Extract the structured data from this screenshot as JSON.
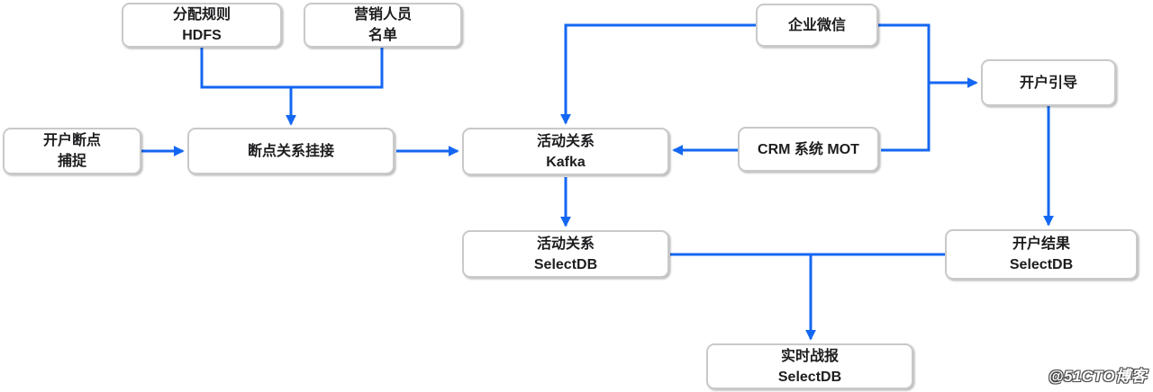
{
  "colors": {
    "connector": "#1467F2",
    "node_border": "#c9c9c9",
    "node_fill": "#ffffff",
    "text": "#1d1d1f",
    "background": "#ffffff"
  },
  "diagram": {
    "nodes": {
      "hdfs": {
        "lines": [
          "分配规则",
          "HDFS"
        ]
      },
      "roster": {
        "lines": [
          "营销人员",
          "名单"
        ]
      },
      "wecom": {
        "lines": [
          "企业微信"
        ]
      },
      "guide": {
        "lines": [
          "开户引导"
        ]
      },
      "capture": {
        "lines": [
          "开户断点",
          "捕捉"
        ]
      },
      "attach": {
        "lines": [
          "断点关系挂接"
        ]
      },
      "kafka": {
        "lines": [
          "活动关系",
          "Kafka"
        ]
      },
      "crm": {
        "lines": [
          "CRM 系统 MOT"
        ]
      },
      "activity_selectdb": {
        "lines": [
          "活动关系",
          "SelectDB"
        ]
      },
      "result_selectdb": {
        "lines": [
          "开户结果",
          "SelectDB"
        ]
      },
      "report_selectdb": {
        "lines": [
          "实时战报",
          "SelectDB"
        ]
      }
    },
    "edges": [
      {
        "from": "分配规则 HDFS",
        "to": "断点关系挂接",
        "arrow": true
      },
      {
        "from": "营销人员 名单",
        "to": "断点关系挂接",
        "arrow": true
      },
      {
        "from": "开户断点 捕捉",
        "to": "断点关系挂接",
        "arrow": true
      },
      {
        "from": "断点关系挂接",
        "to": "活动关系 Kafka",
        "arrow": true
      },
      {
        "from": "企业微信",
        "to": "活动关系 Kafka",
        "arrow": true
      },
      {
        "from": "CRM 系统 MOT",
        "to": "活动关系 Kafka",
        "arrow": true
      },
      {
        "from": "企业微信",
        "to": "CRM 系统 MOT",
        "arrow": false
      },
      {
        "from": "企业微信 / CRM 系统 MOT",
        "to": "开户引导",
        "arrow": true
      },
      {
        "from": "开户引导",
        "to": "开户结果 SelectDB",
        "arrow": true
      },
      {
        "from": "活动关系 Kafka",
        "to": "活动关系 SelectDB",
        "arrow": true
      },
      {
        "from": "活动关系 SelectDB",
        "to": "开户结果 SelectDB",
        "arrow": false
      },
      {
        "from": "活动关系 SelectDB",
        "to": "实时战报 SelectDB",
        "arrow": true
      }
    ]
  },
  "watermark": {
    "text": "@51CTO博客"
  }
}
